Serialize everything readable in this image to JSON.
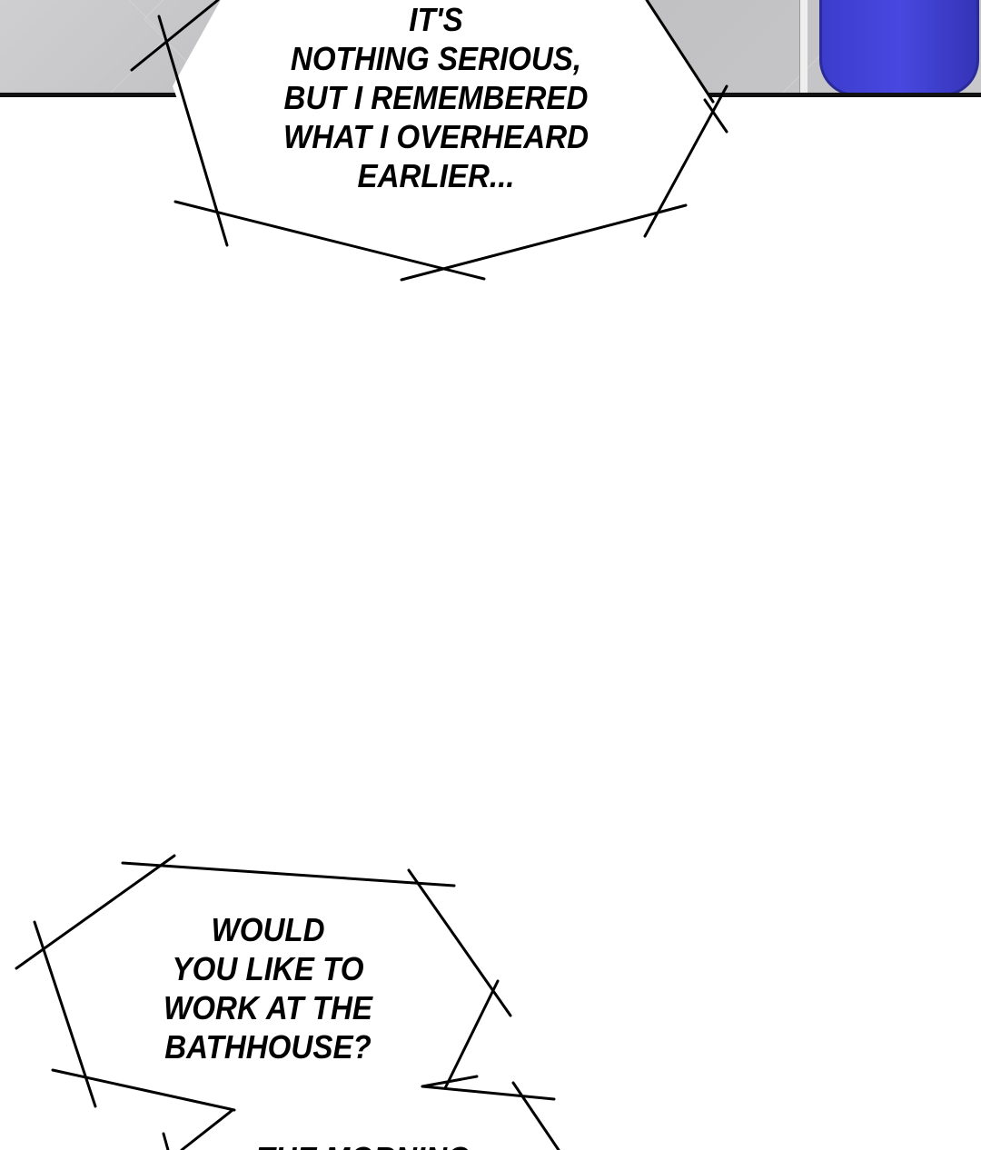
{
  "bubble_1": {
    "lines": [
      "IT'S",
      "NOTHING SERIOUS,",
      "BUT I REMEMBERED",
      "WHAT I OVERHEARD",
      "EARLIER..."
    ]
  },
  "bubble_2": {
    "lines": [
      "WOULD",
      "YOU LIKE TO",
      "WORK AT THE",
      "BATHHOUSE?"
    ]
  },
  "bubble_3": {
    "lines": [
      "THE MORNING"
    ]
  },
  "colors": {
    "bucket": "#4040d6",
    "floor": "#c4c4c6",
    "ink": "#000000"
  }
}
